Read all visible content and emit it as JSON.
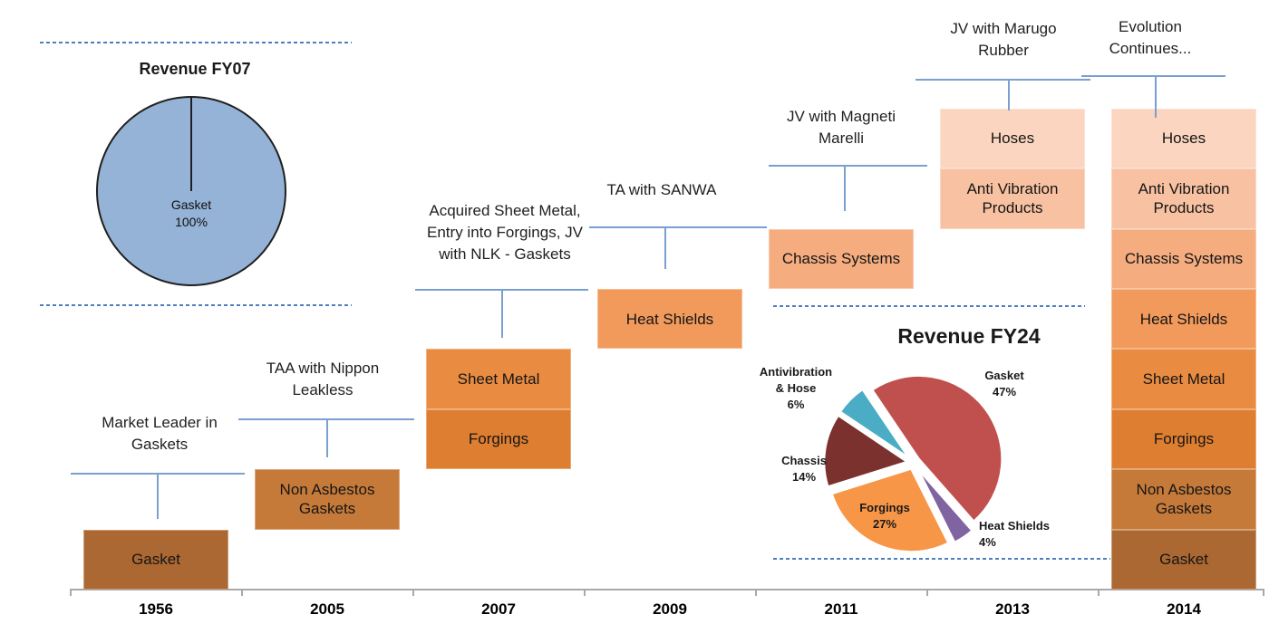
{
  "fy07": {
    "title": "Revenue FY07",
    "slice_label": "Gasket",
    "slice_value": "100%",
    "slice_color": "#95B3D7",
    "outline_color": "#1f1f1f"
  },
  "fy24": {
    "title": "Revenue FY24",
    "slices": [
      {
        "id": "gasket",
        "label": "Gasket",
        "pct": 47,
        "color": "#C0504D"
      },
      {
        "id": "heat-shields",
        "label": "Heat Shields",
        "pct": 4,
        "color": "#8064A2"
      },
      {
        "id": "forgings",
        "label": "Forgings",
        "pct": 27,
        "color": "#F79646"
      },
      {
        "id": "chassis",
        "label": "Chassis",
        "pct": 14,
        "color": "#7B312E"
      },
      {
        "id": "antivibration",
        "label": "Antivibration & Hose",
        "pct": 6,
        "color": "#4BACC6"
      }
    ],
    "labels": [
      {
        "id": "antivibration",
        "lines": [
          "Antivibration",
          "& Hose",
          "6%"
        ]
      },
      {
        "id": "gasket",
        "lines": [
          "Gasket",
          "47%"
        ]
      },
      {
        "id": "chassis",
        "lines": [
          "Chassis",
          "14%"
        ]
      },
      {
        "id": "forgings",
        "lines": [
          "Forgings",
          "27%"
        ]
      },
      {
        "id": "heat-shields",
        "lines": [
          "Heat Shields",
          "4%"
        ]
      }
    ]
  },
  "timeline": {
    "years": [
      "1956",
      "2005",
      "2007",
      "2009",
      "2011",
      "2013",
      "2014"
    ],
    "products": [
      {
        "name": "Gasket",
        "color": "#AB6832"
      },
      {
        "name": "Non Asbestos Gaskets",
        "color": "#C67A3A"
      },
      {
        "name": "Forgings",
        "color": "#DE7E30"
      },
      {
        "name": "Sheet Metal",
        "color": "#E98C41"
      },
      {
        "name": "Heat Shields",
        "color": "#F19A5B"
      },
      {
        "name": "Chassis Systems",
        "color": "#F5AD80"
      },
      {
        "name": "Anti Vibration Products",
        "color": "#F8C2A2"
      },
      {
        "name": "Hoses",
        "color": "#FBD5BF"
      }
    ],
    "columns": [
      {
        "year": "1956",
        "products": [
          "Gasket"
        ]
      },
      {
        "year": "2005",
        "products": [
          "Non Asbestos Gaskets"
        ]
      },
      {
        "year": "2007",
        "products": [
          "Forgings",
          "Sheet Metal"
        ]
      },
      {
        "year": "2009",
        "products": [
          "Heat Shields"
        ]
      },
      {
        "year": "2011",
        "products": [
          "Chassis Systems"
        ]
      },
      {
        "year": "2013",
        "products": [
          "Anti Vibration Products",
          "Hoses"
        ]
      },
      {
        "year": "2014",
        "products": [
          "Gasket",
          "Non Asbestos Gaskets",
          "Forgings",
          "Sheet Metal",
          "Heat Shields",
          "Chassis Systems",
          "Anti Vibration Products",
          "Hoses"
        ]
      }
    ],
    "callouts": [
      {
        "year": "1956",
        "lines": [
          "Market Leader in",
          "Gaskets"
        ]
      },
      {
        "year": "2005",
        "lines": [
          "TAA with Nippon",
          "Leakless"
        ]
      },
      {
        "year": "2007",
        "lines": [
          "Acquired Sheet Metal,",
          "Entry into Forgings, JV",
          "with NLK - Gaskets"
        ]
      },
      {
        "year": "2009",
        "lines": [
          "TA with SANWA"
        ]
      },
      {
        "year": "2011",
        "lines": [
          "JV with Magneti",
          "Marelli"
        ]
      },
      {
        "year": "2013",
        "lines": [
          "JV with Marugo",
          "Rubber"
        ]
      },
      {
        "year": "2014",
        "lines": [
          "Evolution",
          "Continues..."
        ]
      }
    ]
  },
  "chart_data": [
    {
      "type": "pie",
      "title": "Revenue FY07",
      "labels": [
        "Gasket"
      ],
      "values": [
        100
      ],
      "unit": "%",
      "colors": [
        "#95B3D7"
      ],
      "legend_position": "none",
      "data_labels": "inside"
    },
    {
      "type": "pie",
      "title": "Revenue FY24",
      "labels": [
        "Gasket",
        "Heat Shields",
        "Forgings",
        "Chassis",
        "Antivibration & Hose"
      ],
      "values": [
        47,
        4,
        27,
        14,
        6
      ],
      "unit": "%",
      "colors": [
        "#C0504D",
        "#8064A2",
        "#F79646",
        "#7B312E",
        "#4BACC6"
      ],
      "exploded": true,
      "start_angle_deg": -34,
      "direction": "clockwise",
      "legend_position": "none",
      "data_labels": "outside"
    },
    {
      "type": "bar",
      "subtype": "stacked-product-timeline",
      "title": "Evolution of product portfolio",
      "categories": [
        "1956",
        "2005",
        "2007",
        "2009",
        "2011",
        "2013",
        "2014"
      ],
      "stacks": [
        [
          "Gasket"
        ],
        [
          "Non Asbestos Gaskets"
        ],
        [
          "Forgings",
          "Sheet Metal"
        ],
        [
          "Heat Shields"
        ],
        [
          "Chassis Systems"
        ],
        [
          "Anti Vibration Products",
          "Hoses"
        ],
        [
          "Gasket",
          "Non Asbestos Gaskets",
          "Forgings",
          "Sheet Metal",
          "Heat Shields",
          "Chassis Systems",
          "Anti Vibration Products",
          "Hoses"
        ]
      ],
      "annotations": [
        "Market Leader in Gaskets",
        "TAA with Nippon Leakless",
        "Acquired Sheet Metal, Entry into Forgings, JV with NLK - Gaskets",
        "TA with SANWA",
        "JV with Magneti Marelli",
        "JV with Marugo Rubber",
        "Evolution Continues..."
      ],
      "grid": false,
      "xlabel": "",
      "ylabel": ""
    }
  ]
}
